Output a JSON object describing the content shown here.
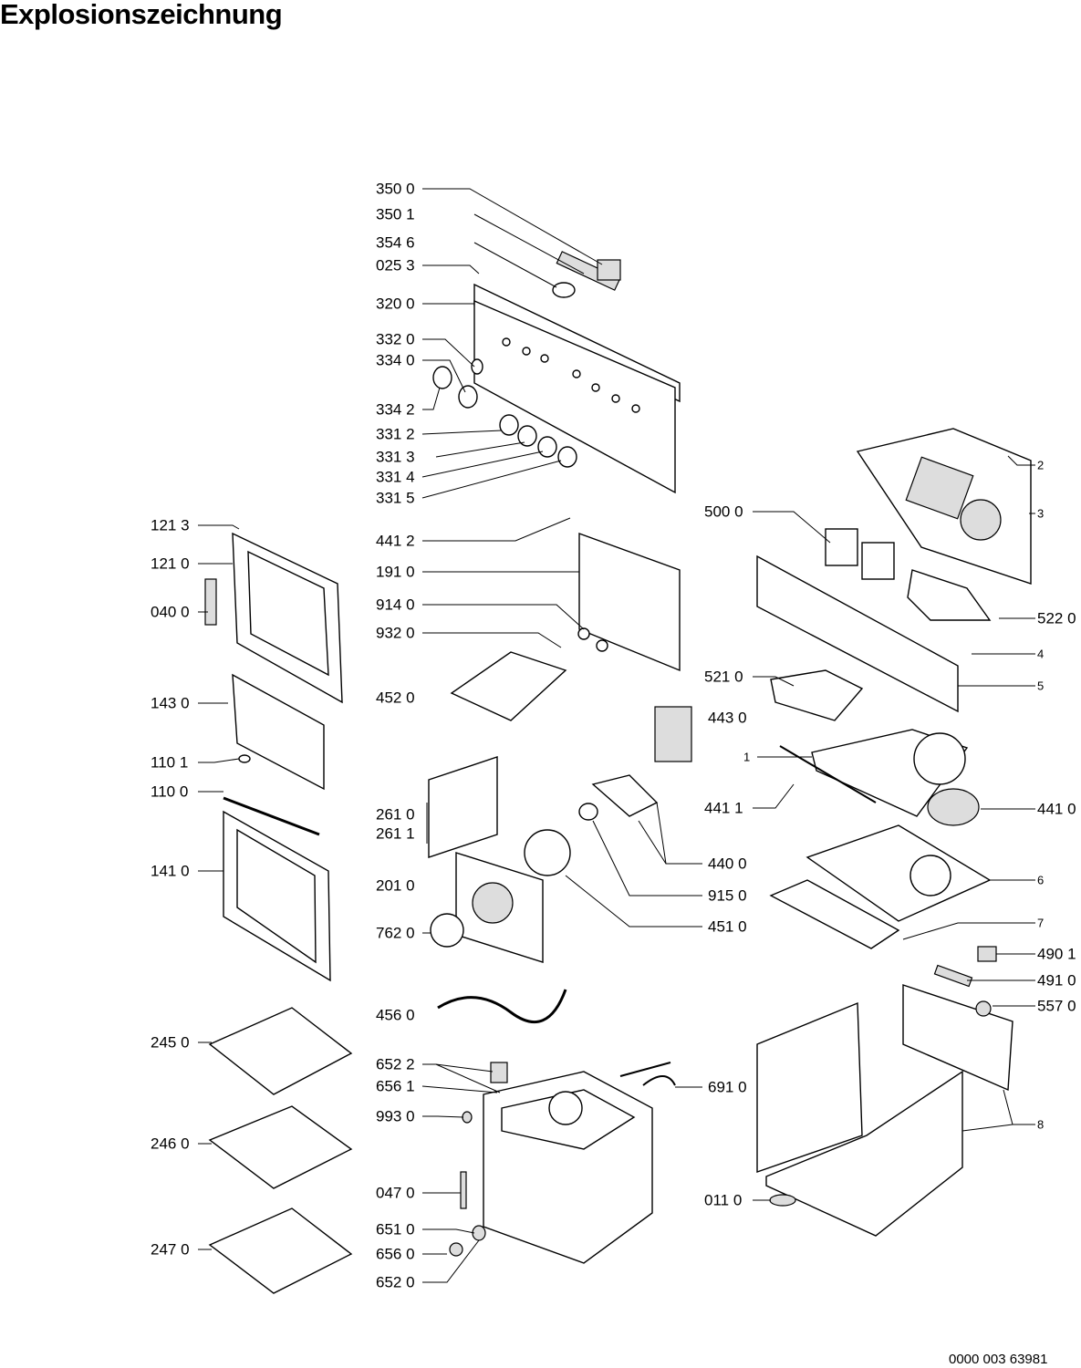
{
  "title": "Explosionszeichnung",
  "footer_code": "0000 003 63981",
  "labels": [
    "350 0",
    "350 1",
    "354 6",
    "025 3",
    "320 0",
    "332 0",
    "334 0",
    "334 2",
    "331 2",
    "331 3",
    "331 4",
    "331 5",
    "441 2",
    "191 0",
    "914 0",
    "932 0",
    "452 0",
    "261 0",
    "261 1",
    "201 0",
    "762 0",
    "456 0",
    "652 2",
    "656 1",
    "993 0",
    "047 0",
    "651 0",
    "656 0",
    "652 0",
    "121 3",
    "121 0",
    "040 0",
    "143 0",
    "110 1",
    "110 0",
    "141 0",
    "245 0",
    "246 0",
    "247 0",
    "500 0",
    "522 0",
    "521 0",
    "443 0",
    "1",
    "441 1",
    "441 0",
    "440 0",
    "915 0",
    "451 0",
    "2",
    "3",
    "4",
    "5",
    "6",
    "7",
    "490 1",
    "491 0",
    "557 0",
    "691 0",
    "011 0",
    "8"
  ]
}
